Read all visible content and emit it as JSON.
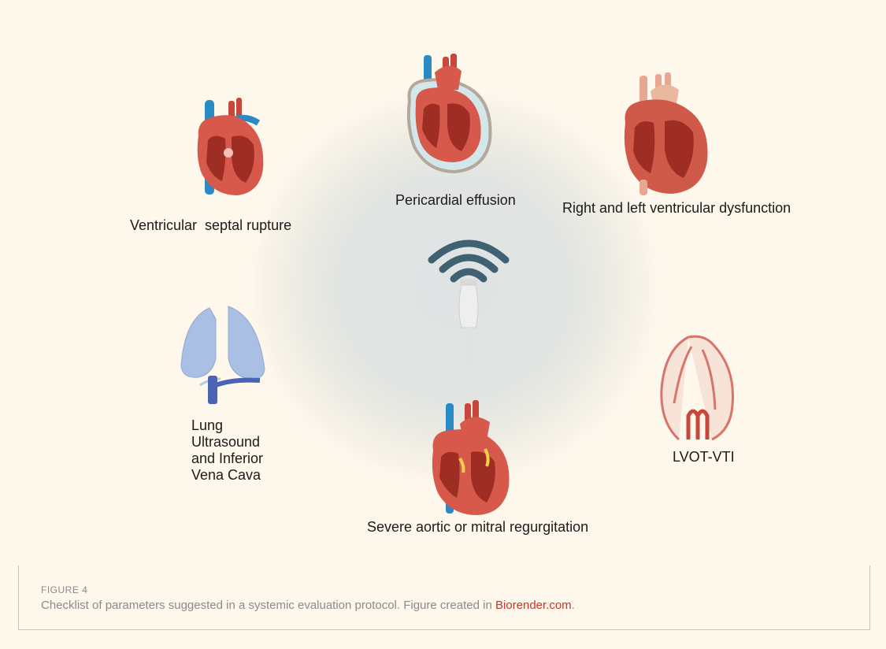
{
  "figure": {
    "labels": {
      "ventricular_septal_rupture": "Ventricular  septal rupture",
      "pericardial_effusion": "Pericardial effusion",
      "ventricular_dysfunction": "Right and left ventricular dysfunction",
      "lung_ivc": "Lung\nUltrasound\nand Inferior\nVena Cava",
      "lvot_vti": "LVOT-VTI",
      "valve_regurgitation": "Severe aortic or mitral regurgitation"
    },
    "icons": [
      "heart-icon",
      "pericardial-heart-icon",
      "ultrasound-probe-icon",
      "lungs-icon",
      "lvot-outline-icon"
    ],
    "colors": {
      "heart_red": "#c8463a",
      "heart_dark": "#9e2e24",
      "vessel_blue": "#2a8ac4",
      "probe_waves": "#3f6172",
      "lung_blue": "#a9bfe3",
      "lvot_outline": "#d8756a",
      "caption_link": "#c0392b"
    }
  },
  "caption": {
    "heading": "FIGURE 4",
    "text": "Checklist of parameters suggested in a systemic evaluation protocol. Figure created in ",
    "link": "Biorender.com",
    "end": "."
  }
}
